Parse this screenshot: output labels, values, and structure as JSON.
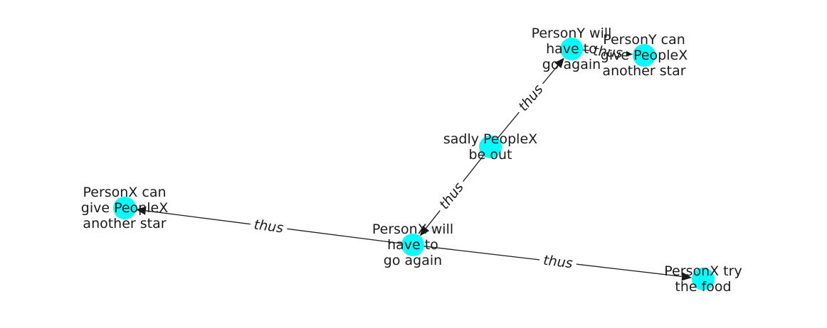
{
  "graph": {
    "node_color": "#00ffff",
    "edge_color": "#1a1a1a",
    "nodes": [
      {
        "id": "n_sad",
        "lines": [
          "sadly PeopleX",
          "be out"
        ]
      },
      {
        "id": "n_py_go",
        "lines": [
          "PersonY will",
          "have to",
          "go again"
        ]
      },
      {
        "id": "n_py_star",
        "lines": [
          "PersonY can",
          "give PeopleX",
          "another star"
        ]
      },
      {
        "id": "n_px_go",
        "lines": [
          "PersonX will",
          "have to",
          "go again"
        ]
      },
      {
        "id": "n_px_star",
        "lines": [
          "PersonX can",
          "give PeopleX",
          "another star"
        ]
      },
      {
        "id": "n_px_food",
        "lines": [
          "PersonX try",
          "the food"
        ]
      }
    ],
    "edges": [
      {
        "from": "n_sad",
        "to": "n_py_go",
        "label": "thus"
      },
      {
        "from": "n_py_go",
        "to": "n_py_star",
        "label": "thus"
      },
      {
        "from": "n_sad",
        "to": "n_px_go",
        "label": "thus"
      },
      {
        "from": "n_px_go",
        "to": "n_px_star",
        "label": "thus"
      },
      {
        "from": "n_px_go",
        "to": "n_px_food",
        "label": "thus"
      }
    ]
  }
}
